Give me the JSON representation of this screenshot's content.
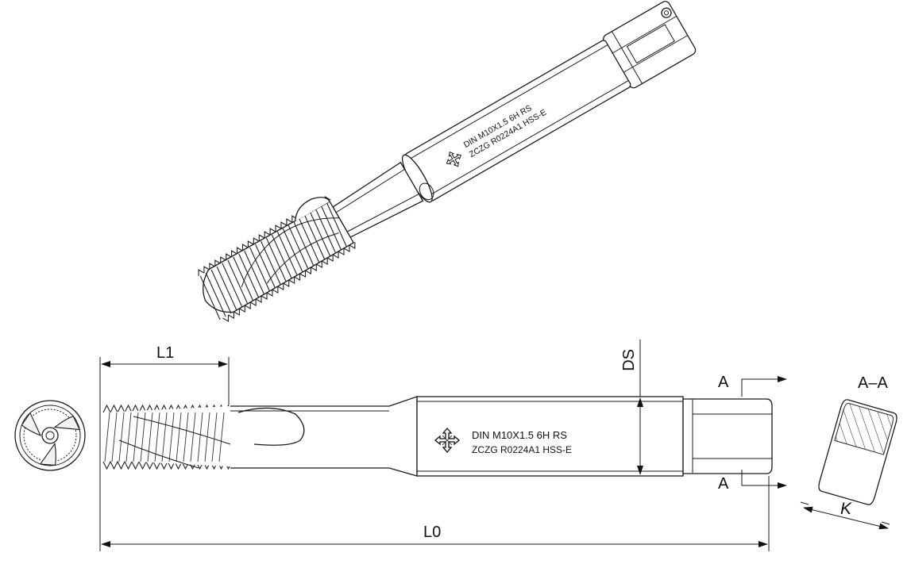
{
  "diagram": {
    "marking": {
      "line1": "DIN  M10X1.5  6H RS",
      "line2": "ZCZG  R0224A1  HSS-E"
    },
    "dimensions": {
      "l1": "L1",
      "l0": "L0",
      "ds": "DS",
      "section_a_top": "A",
      "section_a_bottom": "A",
      "section_title": "A–A",
      "k": "K"
    },
    "icons": [
      "logo-emblem-icon",
      "arrow-icon"
    ],
    "colors": {
      "line": "#1a1a1a",
      "background": "#ffffff"
    }
  }
}
